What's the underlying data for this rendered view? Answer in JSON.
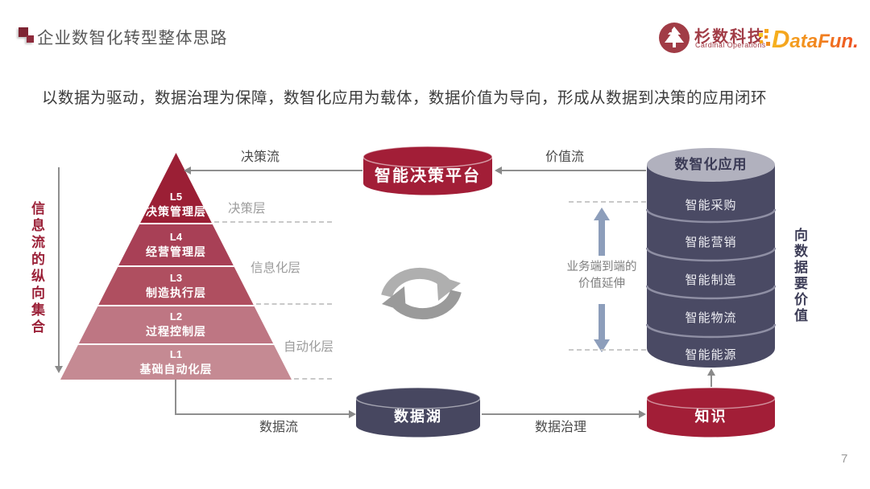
{
  "page": {
    "number": "7"
  },
  "header": {
    "title": "企业数智化转型整体思路",
    "cardinal_logo": {
      "name_cn": "杉数科技",
      "name_en": "Cardinal Operations",
      "color": "#A13C46"
    },
    "datafun_logo": {
      "text": "DataFun.",
      "gradient": [
        "#F6B31E",
        "#EE4D22"
      ]
    }
  },
  "subtitle": "以数据为驱动，数据治理为保障，数智化应用为载体，数据价值为导向，形成从数据到决策的应用闭环",
  "pyramid": {
    "axis_label": "信息流的纵向集合",
    "levels": [
      {
        "code": "L5",
        "name": "决策管理层",
        "color": "#9B1F35"
      },
      {
        "code": "L4",
        "name": "经营管理层",
        "color": "#A84056"
      },
      {
        "code": "L3",
        "name": "制造执行层",
        "color": "#AF4F60"
      },
      {
        "code": "L2",
        "name": "过程控制层",
        "color": "#BE7683"
      },
      {
        "code": "L1",
        "name": "基础自动化层",
        "color": "#C58A93"
      }
    ],
    "tiers": [
      {
        "name": "决策层"
      },
      {
        "name": "信息化层"
      },
      {
        "name": "自动化层"
      }
    ]
  },
  "flows": {
    "decision": "决策流",
    "value": "价值流",
    "data": "数据流",
    "governance": "数据治理"
  },
  "platform": {
    "label": "智能决策平台",
    "color": "#A21E37"
  },
  "value_extension": {
    "line1": "业务端到端的",
    "line2": "价值延伸",
    "arrow_color": "#8D9EBB"
  },
  "applications": {
    "title": "数智化应用",
    "axis_label": "向数据要价值",
    "color": "#4A4A64",
    "items": [
      {
        "name": "智能采购"
      },
      {
        "name": "智能营销"
      },
      {
        "name": "智能制造"
      },
      {
        "name": "智能物流"
      },
      {
        "name": "智能能源"
      }
    ]
  },
  "storage": {
    "data_lake": {
      "label": "数据湖",
      "color": "#474760"
    },
    "knowledge": {
      "label": "知识",
      "color": "#A21E37"
    }
  }
}
